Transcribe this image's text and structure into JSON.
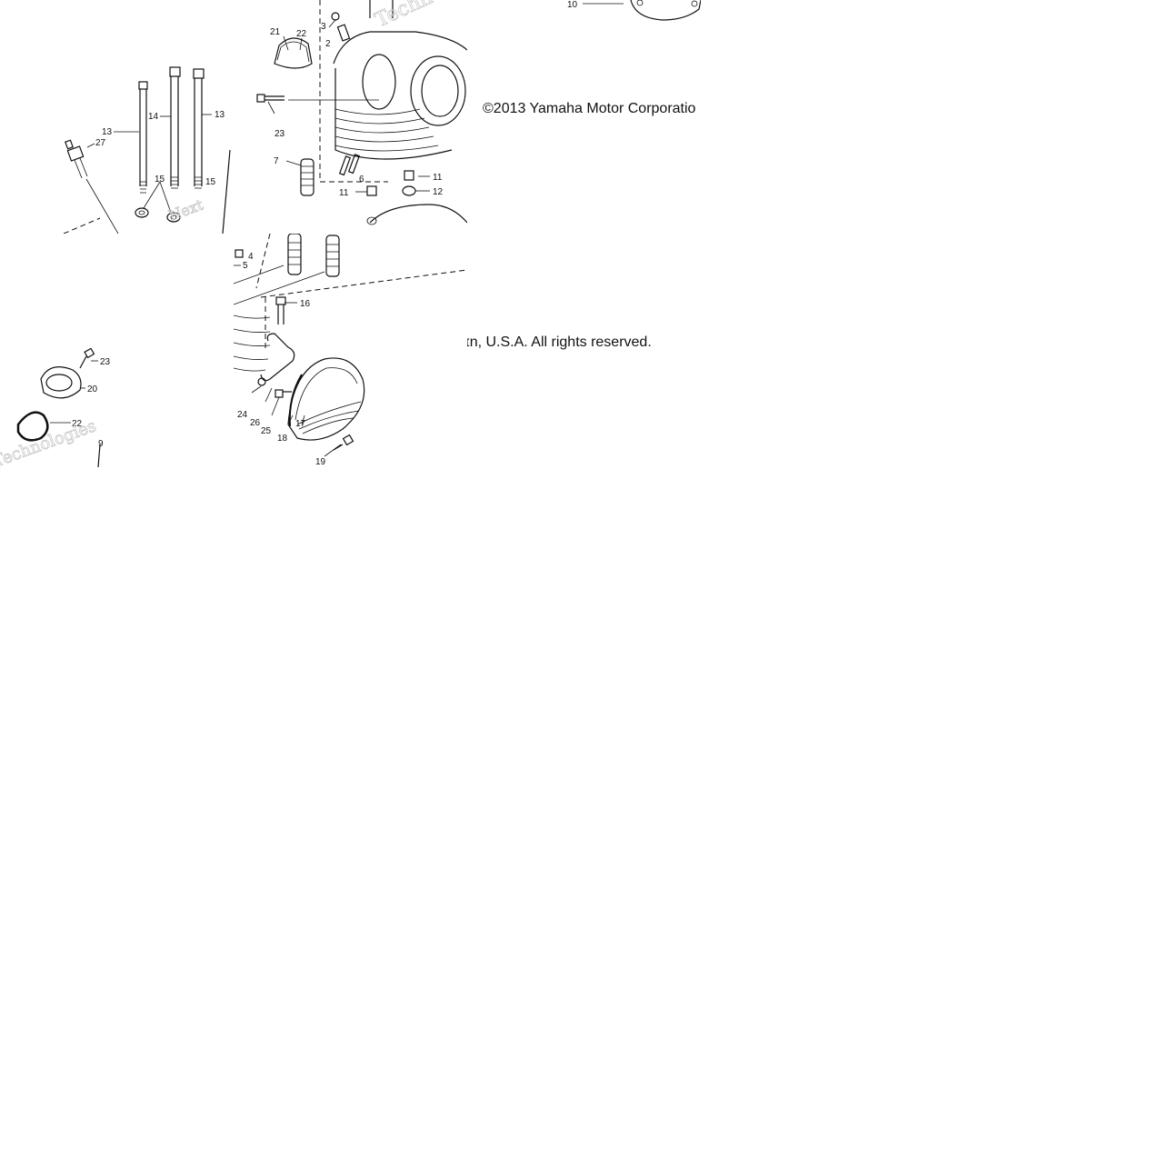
{
  "copyright": {
    "part1": "©2013 Yamaha Motor Corporatio",
    "part2": "ɪn, U.S.A. All rights reserved."
  },
  "watermark": {
    "text_a": "Next",
    "text_b": "Technologies",
    "text_c": "Techn"
  },
  "callouts": {
    "n2": "2",
    "n3": "3",
    "n4": "4",
    "n5": "5",
    "n6": "6",
    "n7": "7",
    "n9": "9",
    "n10": "10",
    "n11": "11",
    "n12": "12",
    "n13": "13",
    "n14": "14",
    "n15": "15",
    "n16": "16",
    "n17": "17",
    "n18": "18",
    "n19": "19",
    "n20": "20",
    "n21": "21",
    "n22": "22",
    "n23": "23",
    "n24": "24",
    "n25": "25",
    "n26": "26",
    "n27": "27"
  }
}
